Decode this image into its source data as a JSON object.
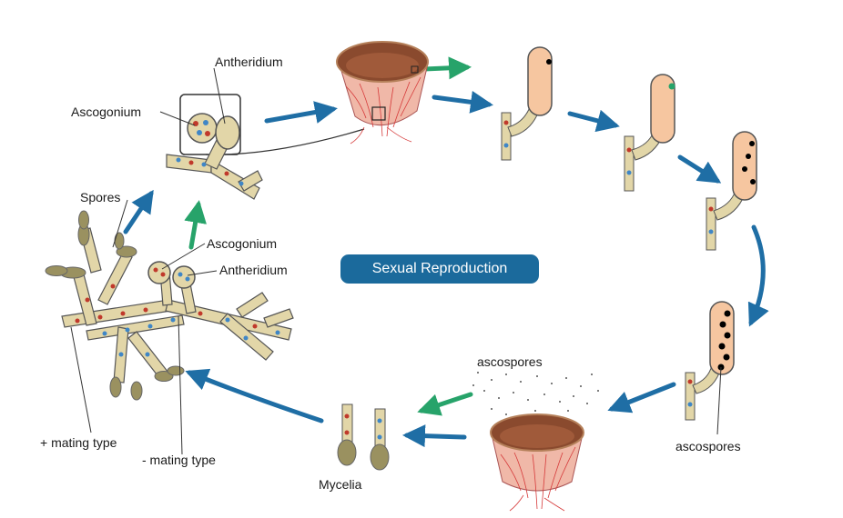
{
  "title": "Sexual Reproduction",
  "labels": {
    "antheridium_top": "Antheridium",
    "ascogonium_top": "Ascogonium",
    "spores": "Spores",
    "ascogonium_mid": "Ascogonium",
    "antheridium_mid": "Antheridium",
    "plus_mating": "+ mating type",
    "minus_mating": "- mating type",
    "mycelia": "Mycelia",
    "ascospores_released": "ascospores",
    "ascospores_ascus": "ascospores"
  },
  "colors": {
    "cycle_arrow": "#1f6ea5",
    "highlight_arrow": "#27a36a",
    "title_background": "#1b6a9c",
    "cup_flesh": "#f0b8a8",
    "cup_veins": "#d63a3a",
    "ascus": "#f6c6a0",
    "hypha": "#e2d6a8",
    "nucleus_plus": "#c0392b",
    "nucleus_minus": "#3f86c6"
  }
}
